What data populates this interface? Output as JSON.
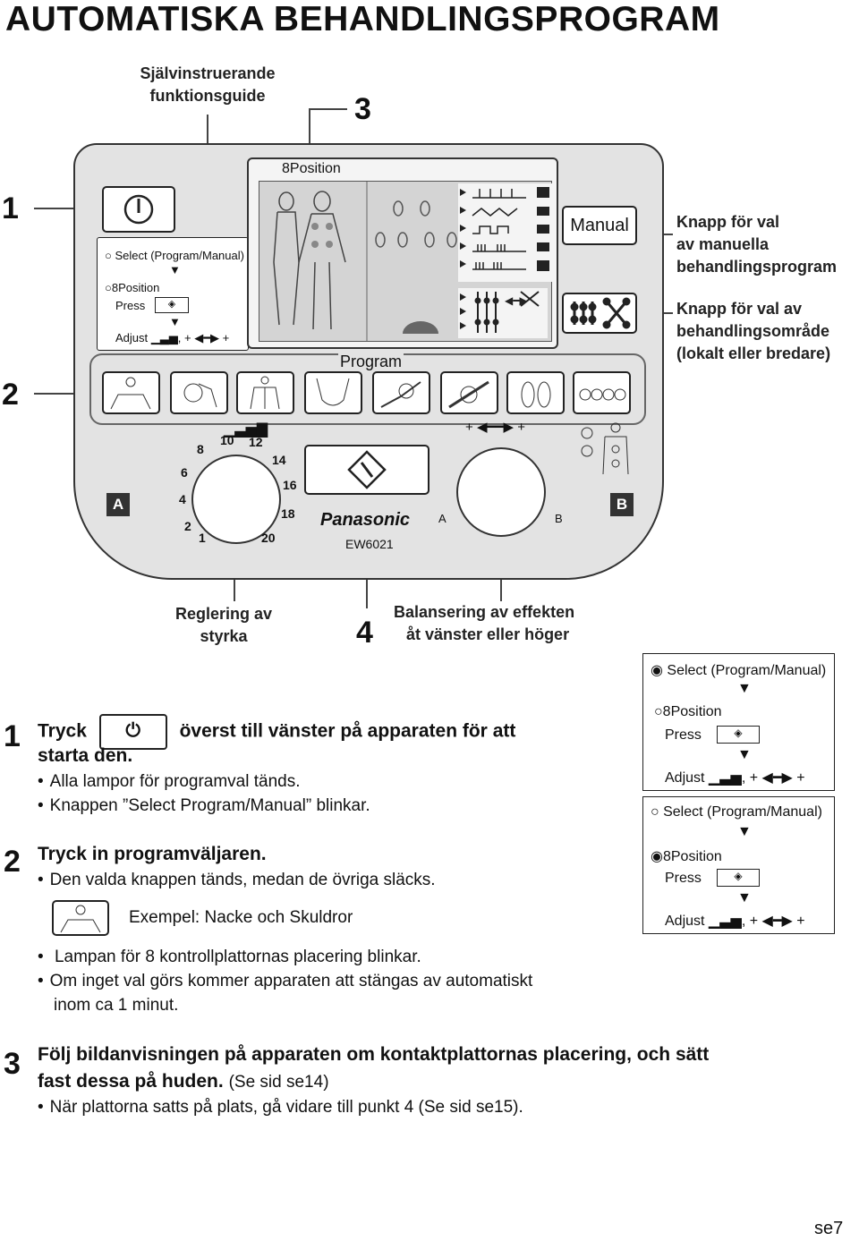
{
  "title": "AUTOMATISKA BEHANDLINGSPROGRAM",
  "callouts": {
    "guide": [
      "Självinstruerande",
      "funktionsguide"
    ],
    "num3": "3",
    "num1": "1",
    "num2": "2",
    "num4": "4",
    "manual_select": [
      "Knapp för val",
      "av manuella",
      "behandlingsprogram"
    ],
    "area_select": [
      "Knapp för val av",
      "behandlingsområde",
      "(lokalt eller bredare)"
    ],
    "intensity": [
      "Reglering av",
      "styrka"
    ],
    "balance": [
      "Balansering av effekten",
      "åt vänster eller höger"
    ]
  },
  "device": {
    "position_label": "Position",
    "program_label": "Program",
    "manual_button": "Manual",
    "brand": "Panasonic",
    "model": "EW6021",
    "left_marker": "A",
    "right_marker": "B",
    "balance_a": "A",
    "balance_b": "B",
    "dial_numbers": [
      "1",
      "2",
      "4",
      "6",
      "8",
      "10",
      "12",
      "14",
      "16",
      "18",
      "20"
    ],
    "guide_panel": {
      "select": "Select (Program/Manual)",
      "position": "Position",
      "press": "Press",
      "adjust": "Adjust",
      "adjust_suffix": ", +",
      "adjust_end": "+"
    }
  },
  "indicators": [
    {
      "select": "Select (Program/Manual)",
      "position": "Position",
      "press": "Press",
      "adjust": "Adjust",
      "adjust_suffix": ", +",
      "adjust_end": "+"
    },
    {
      "select": "Select (Program/Manual)",
      "position": "Position",
      "press": "Press",
      "adjust": "Adjust",
      "adjust_suffix": ", +",
      "adjust_end": "+"
    }
  ],
  "steps": {
    "s1": {
      "num": "1",
      "head_a": "Tryck",
      "head_b": "överst till vänster på apparaten för att",
      "head_c": "starta den.",
      "bullets": [
        "Alla lampor för programval tänds.",
        "Knappen ”Select Program/Manual” blinkar."
      ]
    },
    "s2": {
      "num": "2",
      "head": "Tryck in programväljaren.",
      "bullet": "Den valda knappen tänds, medan de övriga släcks.",
      "example": "Exempel: Nacke och Skuldror",
      "bullet2_a": "Lampan för",
      "bullet2_b": "kontrollplattornas placering blinkar.",
      "bullet3": "Om inget val görs kommer apparaten att stängas av automatiskt",
      "bullet3_cont": "inom ca 1 minut."
    },
    "s3": {
      "num": "3",
      "head_a": "Följ bildanvisningen på apparaten om kontaktplattornas placering, och sätt",
      "head_b": "fast dessa på huden.",
      "head_ref": "(Se sid se14)",
      "bullet": "När plattorna satts på plats, gå vidare till punkt 4 (Se sid se15)."
    }
  },
  "page_number": "se7"
}
